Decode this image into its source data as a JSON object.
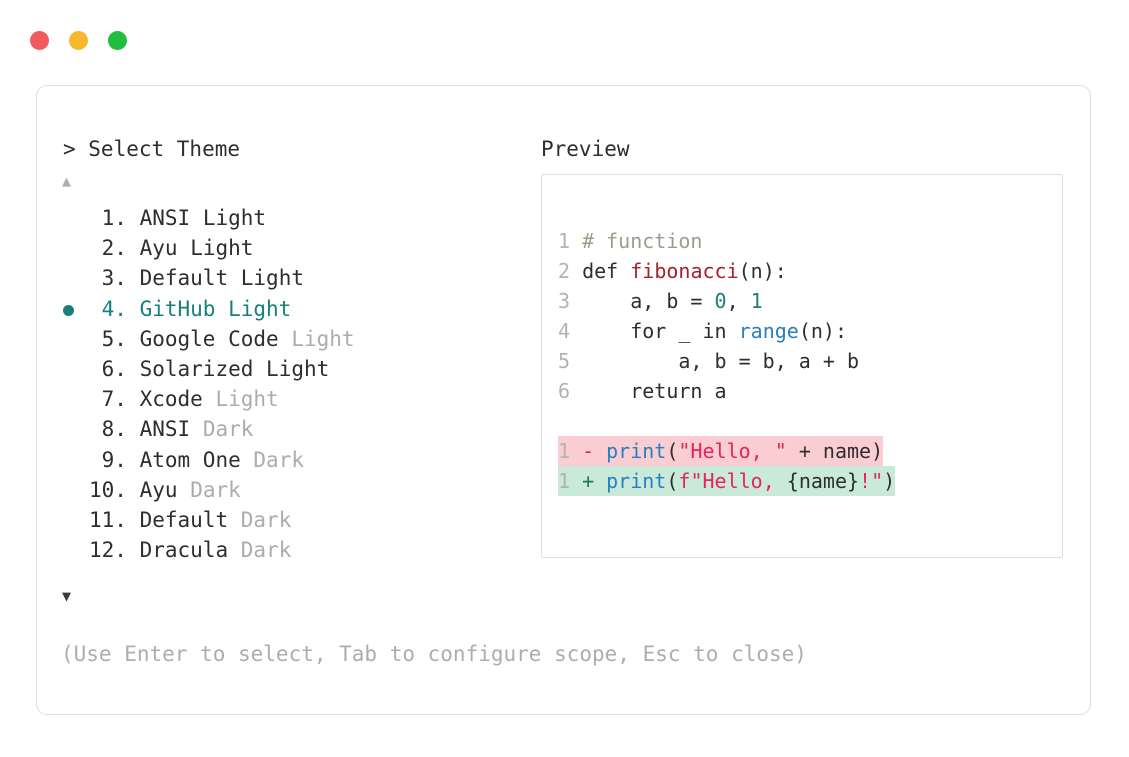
{
  "window": {
    "traffic_lights": [
      {
        "name": "close-button",
        "color": "#f4595b"
      },
      {
        "name": "minimize-button",
        "color": "#f7b92b"
      },
      {
        "name": "maximize-button",
        "color": "#22bd3f"
      }
    ]
  },
  "colors": {
    "accent_teal": "#17807e",
    "text": "#2e2e2e",
    "muted": "#adadad",
    "border": "#dedede",
    "diff_del_bg": "#f9cdd1",
    "diff_add_bg": "#c9ead8"
  },
  "panel": {
    "left_header": "> Select Theme",
    "right_header": "Preview",
    "scroll_up_icon": "▲",
    "scroll_down_icon": "▼",
    "selected_bullet_icon": "●"
  },
  "themes": [
    {
      "index": " 1.",
      "name": "ANSI",
      "variant": "Light",
      "variant_dim": false,
      "selected": false
    },
    {
      "index": " 2.",
      "name": "Ayu",
      "variant": "Light",
      "variant_dim": false,
      "selected": false
    },
    {
      "index": " 3.",
      "name": "Default",
      "variant": "Light",
      "variant_dim": false,
      "selected": false
    },
    {
      "index": " 4.",
      "name": "GitHub",
      "variant": "Light",
      "variant_dim": false,
      "selected": true
    },
    {
      "index": " 5.",
      "name": "Google Code",
      "variant": "Light",
      "variant_dim": true,
      "selected": false
    },
    {
      "index": " 6.",
      "name": "Solarized",
      "variant": "Light",
      "variant_dim": false,
      "selected": false
    },
    {
      "index": " 7.",
      "name": "Xcode",
      "variant": "Light",
      "variant_dim": true,
      "selected": false
    },
    {
      "index": " 8.",
      "name": "ANSI",
      "variant": "Dark",
      "variant_dim": true,
      "selected": false
    },
    {
      "index": " 9.",
      "name": "Atom One",
      "variant": "Dark",
      "variant_dim": true,
      "selected": false
    },
    {
      "index": "10.",
      "name": "Ayu",
      "variant": "Dark",
      "variant_dim": true,
      "selected": false
    },
    {
      "index": "11.",
      "name": "Default",
      "variant": "Dark",
      "variant_dim": true,
      "selected": false
    },
    {
      "index": "12.",
      "name": "Dracula",
      "variant": "Dark",
      "variant_dim": true,
      "selected": false
    }
  ],
  "preview": {
    "code_lines": [
      {
        "number": "1",
        "tokens": [
          {
            "t": "# function",
            "c": "comment"
          }
        ]
      },
      {
        "number": "2",
        "tokens": [
          {
            "t": "def ",
            "c": "kw"
          },
          {
            "t": "fibonacci",
            "c": "fn"
          },
          {
            "t": "(n):",
            "c": "punc"
          }
        ]
      },
      {
        "number": "3",
        "tokens": [
          {
            "t": "    a, b = ",
            "c": "plain"
          },
          {
            "t": "0",
            "c": "num"
          },
          {
            "t": ", ",
            "c": "plain"
          },
          {
            "t": "1",
            "c": "num"
          }
        ]
      },
      {
        "number": "4",
        "tokens": [
          {
            "t": "    for _ in ",
            "c": "plain"
          },
          {
            "t": "range",
            "c": "builtin"
          },
          {
            "t": "(n):",
            "c": "punc"
          }
        ]
      },
      {
        "number": "5",
        "tokens": [
          {
            "t": "        a, b = b, a + b",
            "c": "plain"
          }
        ]
      },
      {
        "number": "6",
        "tokens": [
          {
            "t": "    return a",
            "c": "plain"
          }
        ]
      }
    ],
    "diff_lines": [
      {
        "number": "1",
        "kind": "del",
        "marker": "-",
        "tokens": [
          {
            "t": "print",
            "c": "builtin"
          },
          {
            "t": "(",
            "c": "punc"
          },
          {
            "t": "\"Hello, \"",
            "c": "str"
          },
          {
            "t": " + name)",
            "c": "plain"
          }
        ]
      },
      {
        "number": "1",
        "kind": "add",
        "marker": "+",
        "tokens": [
          {
            "t": "print",
            "c": "builtin"
          },
          {
            "t": "(",
            "c": "punc"
          },
          {
            "t": "f\"Hello, ",
            "c": "str"
          },
          {
            "t": "{name}",
            "c": "plain"
          },
          {
            "t": "!\"",
            "c": "str"
          },
          {
            "t": ")",
            "c": "punc"
          }
        ]
      }
    ]
  },
  "footer": {
    "hint": "(Use Enter to select, Tab to configure scope, Esc to close)"
  }
}
